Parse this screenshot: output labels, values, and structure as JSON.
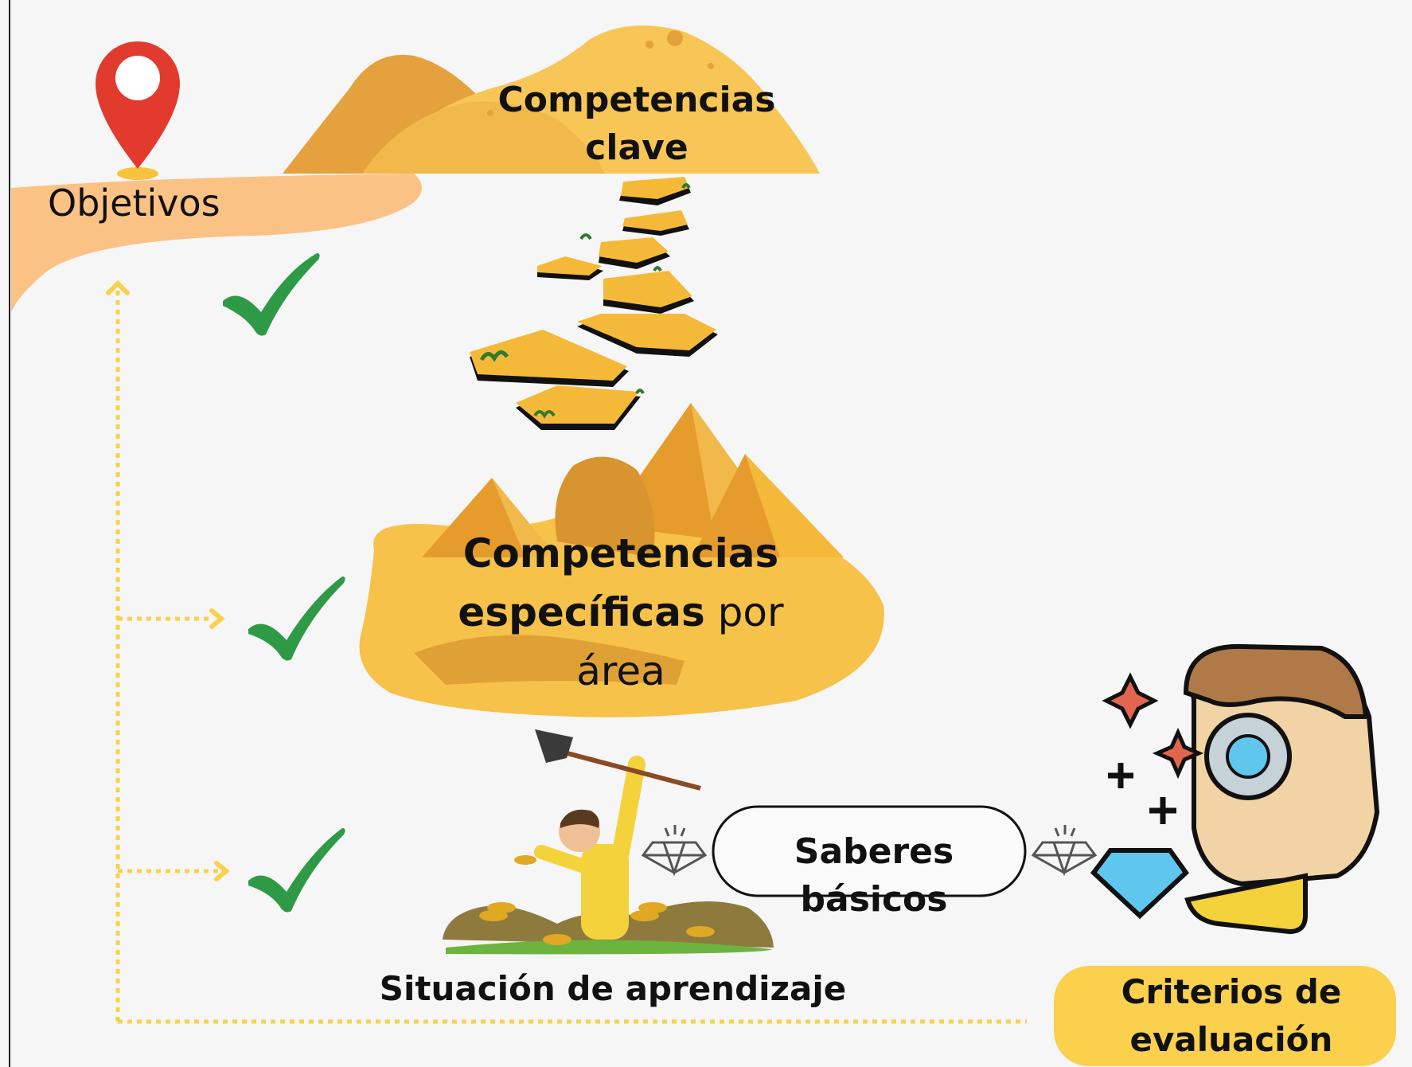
{
  "diagram": {
    "objetivos": "Objetivos",
    "competencias_clave_line1": "Competencias",
    "competencias_clave_line2": "clave",
    "competencias_especificas_line1": "Competencias",
    "competencias_especificas_bold": "específicas",
    "competencias_especificas_rest": " por",
    "competencias_especificas_line3": "área",
    "saberes_basicos": "Saberes básicos",
    "situacion_aprendizaje": "Situación de aprendizaje",
    "criterios_line1": "Criterios de",
    "criterios_line2": "evaluación"
  },
  "colors": {
    "check": "#2e9a45",
    "sand": "#f6c24a",
    "sand_dark": "#e3a33a",
    "path": "#fbc286",
    "pin": "#e23b2e",
    "dotted_line": "#f8d24b",
    "criterios_box": "#fad04d",
    "stone": "#f5b93a"
  }
}
